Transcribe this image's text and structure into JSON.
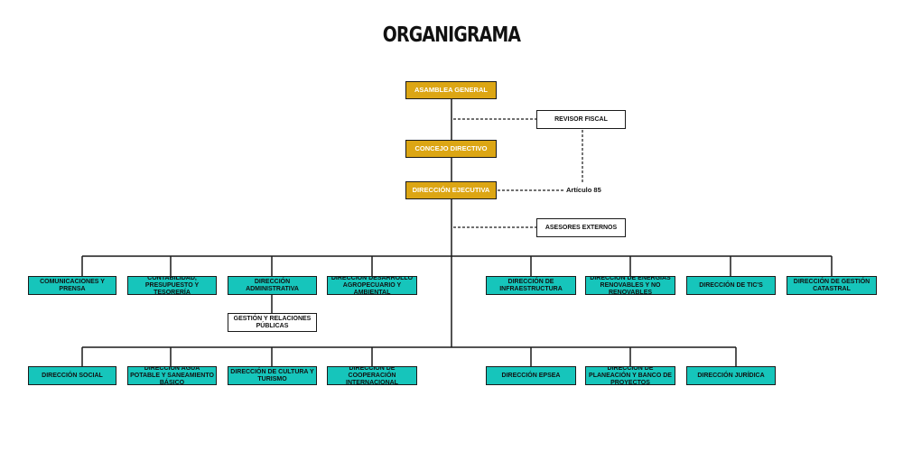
{
  "title": "ORGANIGRAMA",
  "governance": {
    "asamblea": "ASAMBLEA GENERAL",
    "revisor": "REVISOR FISCAL",
    "concejo": "CONCEJO DIRECTIVO",
    "direccion_ejecutiva": "DIRECCIÓN EJECUTIVA",
    "articulo": "Artículo 85",
    "asesores": "ASESORES EXTERNOS"
  },
  "row1": [
    "COMUNICACIONES Y PRENSA",
    "CONTABILIDAD, PRESUPUESTO Y TESORERÍA",
    "DIRECCIÓN ADMINISTRATIVA",
    "DIRECCIÓN DESARROLLO AGROPECUARIO Y AMBIENTAL",
    "DIRECCIÓN DE INFRAESTRUCTURA",
    "DIRECCIÓN DE ENERGÍAS RENOVABLES Y NO RENOVABLES",
    "DIRECCIÓN DE TIC's",
    "DIRECCIÓN DE GESTIÓN CATASTRAL"
  ],
  "sub_admin": "GESTIÓN Y RELACIONES PÚBLICAS",
  "row2": [
    "DIRECCIÓN SOCIAL",
    "DIRECCIÓN AGUA POTABLE Y SANEAMIENTO BÁSICO",
    "DIRECCIÓN DE CULTURA Y TURISMO",
    "DIRECCIÓN DE COOPERACIÓN INTERNACIONAL",
    "DIRECCIÓN EPSEA",
    "DIRECCIÓN DE PLANEACIÓN Y BANCO DE PROYECTOS",
    "DIRECCIÓN JURÍDICA"
  ],
  "colors": {
    "gold": "#dca614",
    "teal": "#16c5bb",
    "line": "#1a1a1a"
  }
}
